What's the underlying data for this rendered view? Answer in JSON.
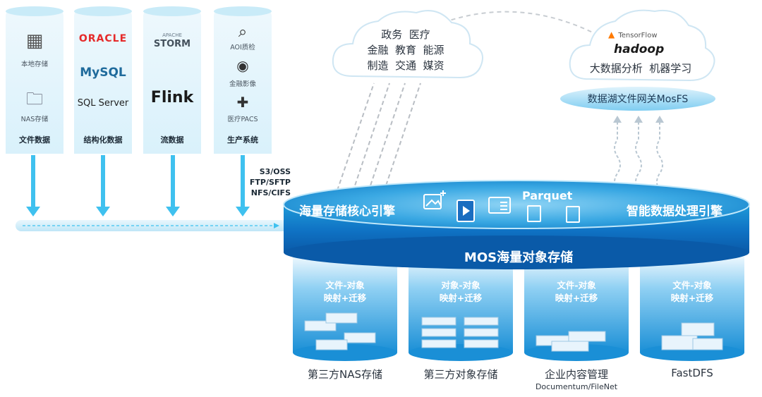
{
  "sources": [
    {
      "label": "文件数据",
      "items": [
        {
          "text": "本地存储",
          "icon": "grid-apps-icon"
        },
        {
          "text": "NAS存储",
          "icon": "nas-folder-icon"
        }
      ]
    },
    {
      "label": "结构化数据",
      "brands": [
        "ORACLE",
        "MySQL",
        "SQL Server"
      ]
    },
    {
      "label": "流数据",
      "brands": [
        "STORM",
        "APACHE",
        "Flink"
      ]
    },
    {
      "label": "生产系统",
      "items": [
        {
          "text": "AOI质检",
          "icon": "magnifier-icon"
        },
        {
          "text": "金融影像",
          "icon": "play-circle-icon"
        },
        {
          "text": "医疗PACS",
          "icon": "medical-cross-icon"
        }
      ]
    }
  ],
  "protocols": [
    "S3/OSS",
    "FTP/SFTP",
    "NFS/CIFS"
  ],
  "cloud_left": {
    "lines": [
      "政务  医疗",
      "金融  教育  能源",
      "制造  交通  媒资"
    ]
  },
  "cloud_right": {
    "brands": [
      "TensorFlow",
      "hadoop"
    ],
    "text": "大数据分析  机器学习"
  },
  "gateway": "数据湖文件网关MosFS",
  "platform": {
    "left_engine": "海量存储核心引擎",
    "right_engine": "智能数据处理引擎",
    "name": "MOS海量对象存储",
    "parquet": "Parquet",
    "icons": [
      "image-add-icon",
      "video-play-icon",
      "id-card-icon",
      "word-file-icon",
      "rar-file-icon"
    ]
  },
  "storages": [
    {
      "title": [
        "文件-对象",
        "映射+迁移"
      ],
      "label": "第三方NAS存储"
    },
    {
      "title": [
        "对象-对象",
        "映射+迁移"
      ],
      "label": "第三方对象存储"
    },
    {
      "title": [
        "文件-对象",
        "映射+迁移"
      ],
      "label": "企业内容管理",
      "sub": "Documentum/FileNet"
    },
    {
      "title": [
        "文件-对象",
        "映射+迁移"
      ],
      "label": "FastDFS"
    }
  ],
  "colors": {
    "accent": "#2aa6e0",
    "deep": "#0a5fb4",
    "arrow": "#3fc1ef",
    "text": "#2c3540"
  }
}
